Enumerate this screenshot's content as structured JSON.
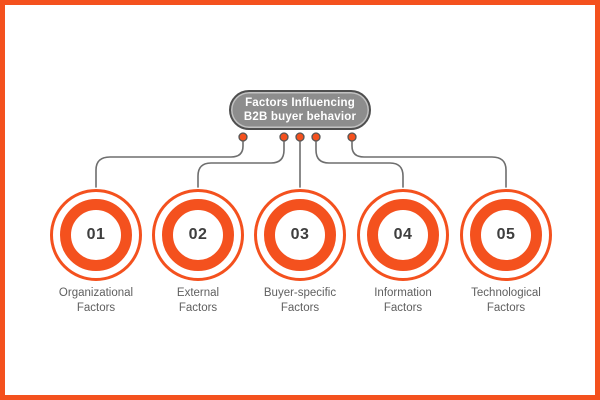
{
  "root_node": {
    "line1": "Factors Influencing",
    "line2": "B2B buyer behavior"
  },
  "items": [
    {
      "number": "01",
      "label_line1": "Organizational",
      "label_line2": "Factors"
    },
    {
      "number": "02",
      "label_line1": "External",
      "label_line2": "Factors"
    },
    {
      "number": "03",
      "label_line1": "Buyer-specific",
      "label_line2": "Factors"
    },
    {
      "number": "04",
      "label_line1": "Information",
      "label_line2": "Factors"
    },
    {
      "number": "05",
      "label_line1": "Technological",
      "label_line2": "Factors"
    }
  ],
  "colors": {
    "accent_orange": "#F4511E",
    "node_fill": "#8D8D8D",
    "node_border": "#4F4F4F",
    "node_text": "#FFFFFF",
    "connector_gray": "#6E6E6E",
    "number_color": "#3E3E3E",
    "label_color": "#5F5F5F",
    "page_border": "#F4511E"
  }
}
